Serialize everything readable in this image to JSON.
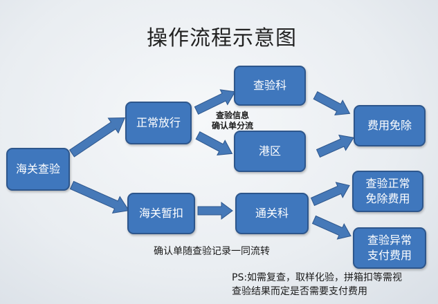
{
  "title": "操作流程示意图",
  "nodes": {
    "customs_inspection": "海关查验",
    "normal_release": "正常放行",
    "inspection_dept": "查验科",
    "port_area": "港区",
    "fee_waived": "费用免除",
    "customs_detain": "海关暂扣",
    "clearance_dept": "通关科",
    "normal_line1": "查验正常",
    "normal_line2": "免除费用",
    "abnormal_line1": "查验异常",
    "abnormal_line2": "支付费用"
  },
  "labels": {
    "split_line1": "查验信息",
    "split_line2": "确认单分流",
    "flow_note": "确认单随查验记录一同流转",
    "ps_line1": "PS:如需复查，取样化验，拼箱扣等需视",
    "ps_line2": "查验结果而定是否需要支付费用"
  },
  "colors": {
    "box": "#3f77bd",
    "arrow": "#4679b8"
  }
}
